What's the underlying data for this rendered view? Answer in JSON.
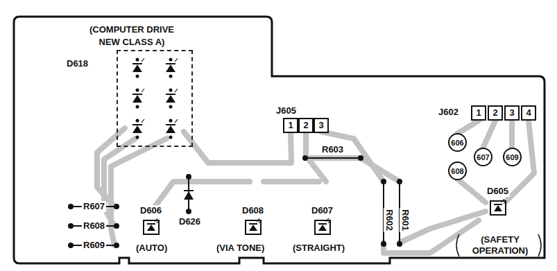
{
  "diagram": {
    "nodes": [
      {
        "text": [
          "(COMPUTER DRIVE NEW CLASS A)",
          "D618"
        ]
      },
      {
        "text": [
          "606"
        ]
      },
      {
        "text": [
          "608"
        ]
      },
      {
        "text": [
          "607"
        ]
      },
      {
        "text": [
          "609"
        ]
      },
      {
        "text": [
          "1"
        ]
      },
      {
        "text": [
          "2"
        ]
      },
      {
        "text": [
          "3"
        ]
      },
      {
        "text": [
          "1"
        ]
      },
      {
        "text": [
          "2"
        ]
      },
      {
        "text": [
          "3"
        ]
      },
      {
        "text": [
          "4"
        ]
      }
    ],
    "labels": [
      "J605",
      "J602",
      "R603",
      "D606",
      "D626",
      "D608",
      "D607",
      "R602",
      "R601",
      "D605",
      "R607",
      "R608",
      "R609",
      "(AUTO)",
      "(VIA TONE)",
      "(STRAIGHT)",
      "(SAFETY OPERATION)"
    ]
  }
}
